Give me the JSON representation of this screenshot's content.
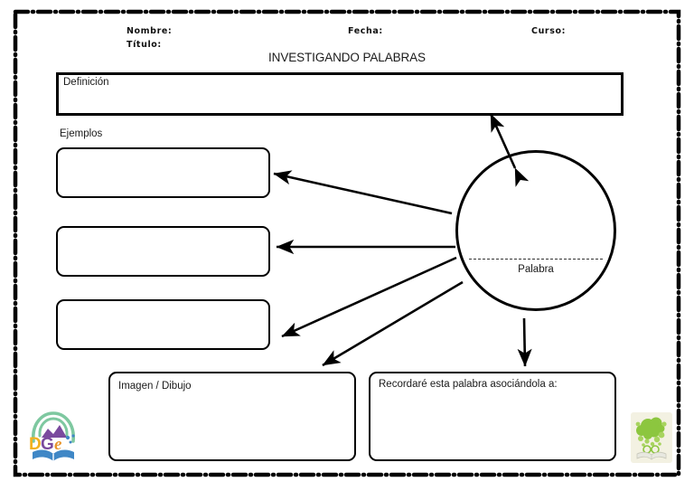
{
  "page": {
    "title": "INVESTIGANDO PALABRAS",
    "language": "es",
    "border_style": "dash-dot"
  },
  "header": {
    "name_label": "Nombre:",
    "date_label": "Fecha:",
    "course_label": "Curso:",
    "subject_label": "Título:"
  },
  "definition": {
    "label": "Definición"
  },
  "examples": {
    "label": "Ejemplos",
    "boxes": [
      {
        "label": ""
      },
      {
        "label": ""
      },
      {
        "label": ""
      }
    ]
  },
  "circle": {
    "word_label": "Palabra"
  },
  "bottom": {
    "image_label": "Imagen / Dibujo",
    "association_label": "Recordaré esta palabra asociándola a:"
  },
  "logos": {
    "dge": {
      "text": "DGe",
      "letter_d": "D",
      "letter_g": "G",
      "letter_e": "e",
      "colors": {
        "d": "#f2b11f",
        "g": "#7a4a9e",
        "e": "#e8962c",
        "book": "#3f87c6",
        "arc": "#7ec8a0"
      }
    },
    "tree": {
      "colors": {
        "card": "#f3f1e2",
        "foliage": "#8cc63f",
        "foliage_light": "#c3dd95",
        "book": "#e8e8e0"
      }
    }
  },
  "colors": {
    "ink": "#000000",
    "text": "#1a1a1a",
    "paper": "#ffffff"
  }
}
